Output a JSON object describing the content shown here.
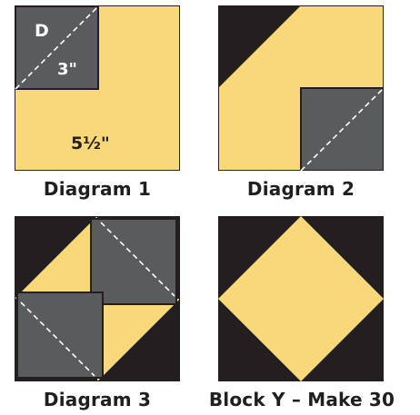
{
  "colors": {
    "yellow": "#f8d878",
    "gray": "#5a5b5d",
    "black": "#231f20",
    "seam": "#ffffff"
  },
  "diagram1": {
    "caption": "Diagram 1",
    "corner_label": "D",
    "small_square_size": "3\"",
    "large_square_size": "5½\""
  },
  "diagram2": {
    "caption": "Diagram 2"
  },
  "diagram3": {
    "caption": "Diagram 3"
  },
  "block_y": {
    "caption": "Block Y – Make 30"
  }
}
